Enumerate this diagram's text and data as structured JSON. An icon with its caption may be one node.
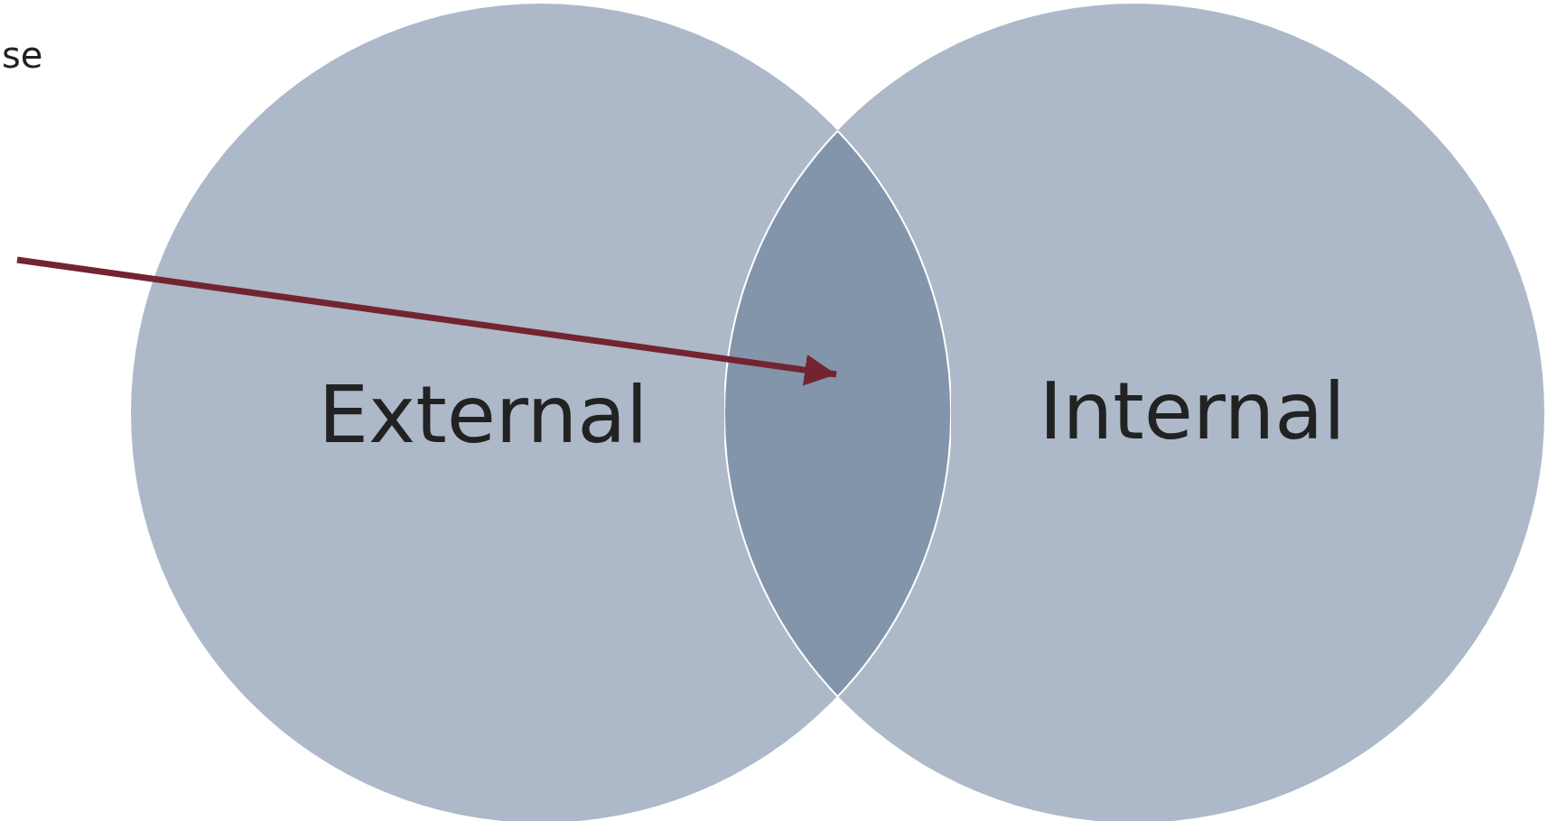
{
  "diagram": {
    "nodes": [
      {
        "text": [
          "External"
        ]
      },
      {
        "text": [
          "Internal"
        ]
      },
      {
        "text": [],
        "shape": "lens"
      }
    ],
    "edges": [
      {
        "from": null,
        "to": 2,
        "arrow": "to"
      }
    ],
    "labels": [
      "se"
    ]
  }
}
